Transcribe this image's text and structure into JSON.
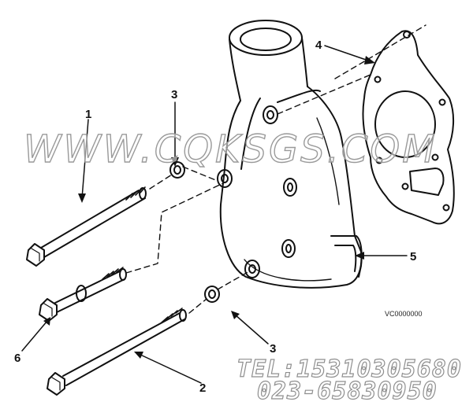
{
  "callouts": [
    {
      "id": "1",
      "label": "1"
    },
    {
      "id": "2",
      "label": "2"
    },
    {
      "id": "3a",
      "label": "3"
    },
    {
      "id": "3b",
      "label": "3"
    },
    {
      "id": "4",
      "label": "4"
    },
    {
      "id": "5",
      "label": "5"
    },
    {
      "id": "6",
      "label": "6"
    }
  ],
  "part_code": "VC0000000",
  "watermark": "WWW.CQKSGS.COM",
  "contact": {
    "tel": "TEL:15310305680",
    "fax": "023-65830950"
  },
  "colors": {
    "line": "#111111",
    "watermark_stroke": "#9a9a9a",
    "background": "#ffffff"
  }
}
